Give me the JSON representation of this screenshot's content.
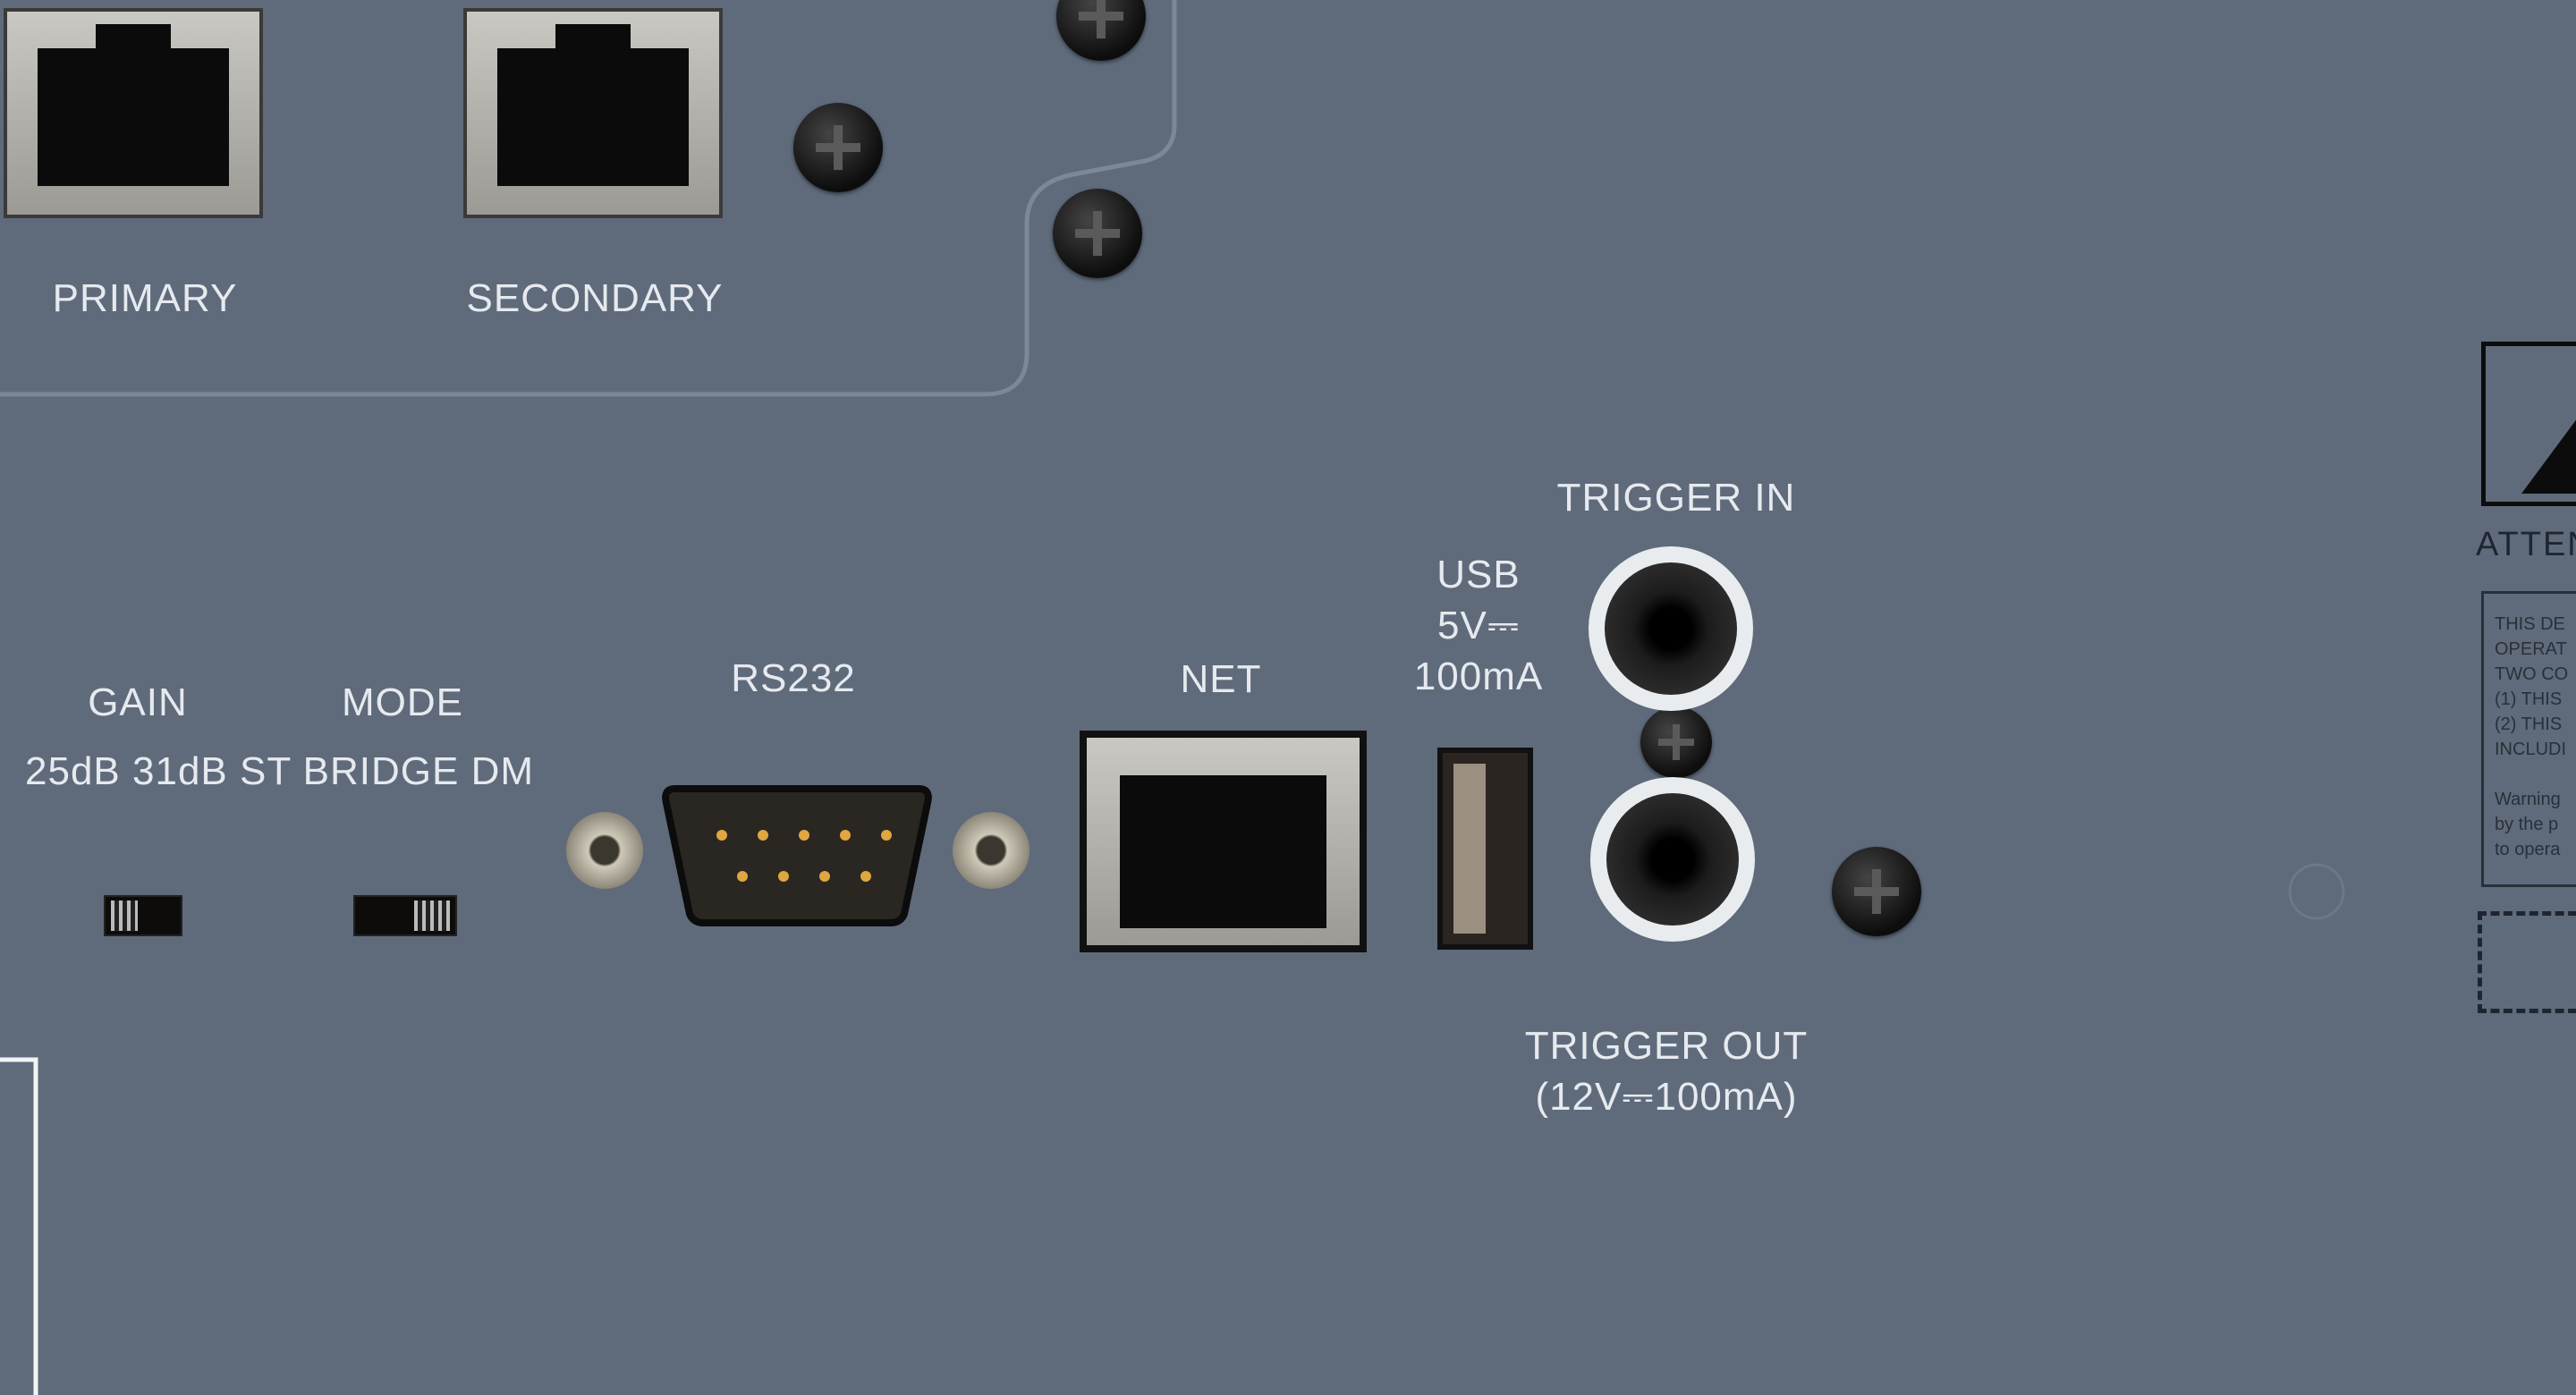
{
  "network": {
    "primary_label": "PRIMARY",
    "secondary_label": "SECONDARY"
  },
  "gain": {
    "label": "GAIN",
    "options": [
      "25dB",
      "31dB"
    ],
    "position": "25dB"
  },
  "mode": {
    "label": "MODE",
    "options": [
      "ST",
      "BRIDGE",
      "DM"
    ],
    "position": "DM"
  },
  "rs232": {
    "label": "RS232"
  },
  "net": {
    "label": "NET"
  },
  "usb": {
    "line1": "USB",
    "line2": "5V⎓",
    "line3": "100mA"
  },
  "trigger": {
    "in_label": "TRIGGER IN",
    "out_label": "TRIGGER OUT",
    "out_spec": "(12V⎓100mA)"
  },
  "warning": {
    "label": "ATTEN",
    "text_lines": [
      "THIS DE",
      "OPERAT",
      "TWO CO",
      "(1) THIS",
      "(2) THIS",
      "INCLUDI",
      "Warning",
      "by the p",
      "to opera"
    ]
  },
  "colors": {
    "panel": "#5f6b7b",
    "label": "#e6eaef"
  }
}
